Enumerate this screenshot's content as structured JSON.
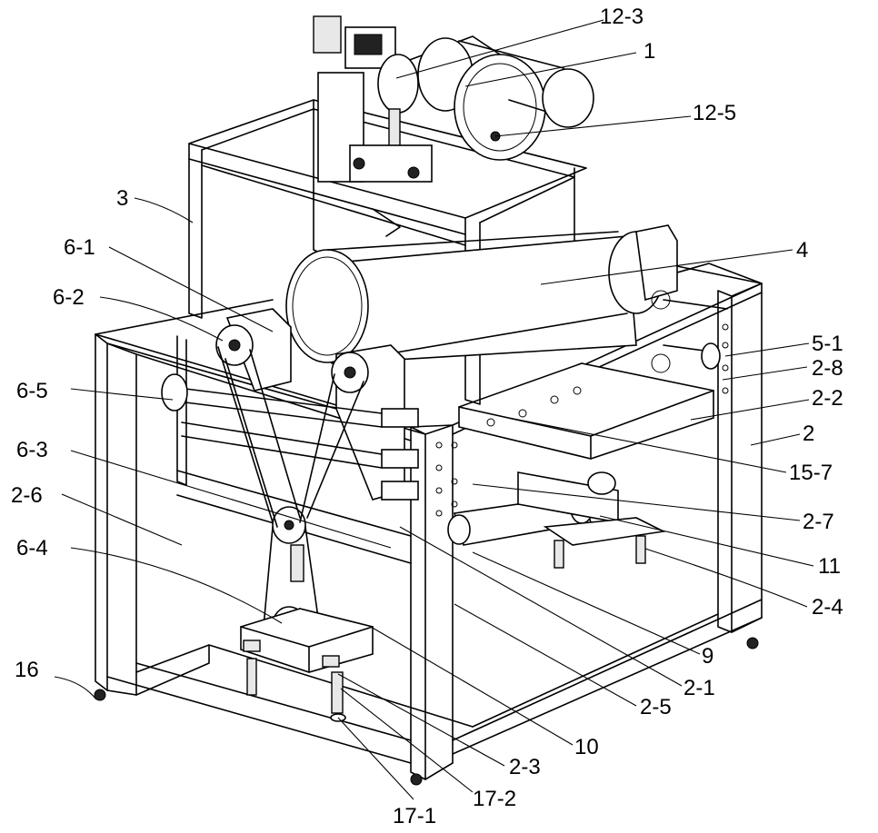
{
  "labels": [
    {
      "id": "12-3",
      "text": "12-3"
    },
    {
      "id": "1",
      "text": "1"
    },
    {
      "id": "12-5",
      "text": "12-5"
    },
    {
      "id": "3",
      "text": "3"
    },
    {
      "id": "6-1",
      "text": "6-1"
    },
    {
      "id": "4",
      "text": "4"
    },
    {
      "id": "6-2",
      "text": "6-2"
    },
    {
      "id": "5-1",
      "text": "5-1"
    },
    {
      "id": "2-8",
      "text": "2-8"
    },
    {
      "id": "6-5",
      "text": "6-5"
    },
    {
      "id": "2-2",
      "text": "2-2"
    },
    {
      "id": "2",
      "text": "2"
    },
    {
      "id": "6-3",
      "text": "6-3"
    },
    {
      "id": "15-7",
      "text": "15-7"
    },
    {
      "id": "2-6",
      "text": "2-6"
    },
    {
      "id": "2-7",
      "text": "2-7"
    },
    {
      "id": "6-4",
      "text": "6-4"
    },
    {
      "id": "11",
      "text": "11"
    },
    {
      "id": "2-4",
      "text": "2-4"
    },
    {
      "id": "16",
      "text": "16"
    },
    {
      "id": "9",
      "text": "9"
    },
    {
      "id": "2-1",
      "text": "2-1"
    },
    {
      "id": "2-5",
      "text": "2-5"
    },
    {
      "id": "10",
      "text": "10"
    },
    {
      "id": "2-3",
      "text": "2-3"
    },
    {
      "id": "17-2",
      "text": "17-2"
    },
    {
      "id": "17-1",
      "text": "17-1"
    }
  ],
  "colors": {
    "line": "#000000",
    "background": "#ffffff"
  }
}
